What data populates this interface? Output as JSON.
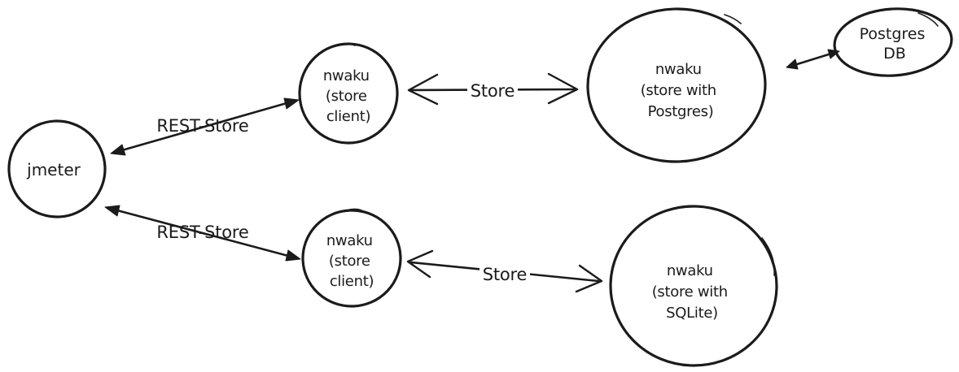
{
  "diagram": {
    "background_color": "#ffffff",
    "ink_color": "#1b1b1b",
    "style": "hand-drawn-sketch",
    "nodes": {
      "jmeter": {
        "lines": [
          "jmeter"
        ]
      },
      "store_client_top": {
        "lines": [
          "nwaku",
          "(store",
          "client)"
        ]
      },
      "store_postgres": {
        "lines": [
          "nwaku",
          "(store with",
          "Postgres)"
        ]
      },
      "postgres_db": {
        "lines": [
          "Postgres",
          "DB"
        ]
      },
      "store_client_bottom": {
        "lines": [
          "nwaku",
          "(store",
          "client)"
        ]
      },
      "store_sqlite": {
        "lines": [
          "nwaku",
          "(store with",
          "SQLite)"
        ]
      }
    },
    "edges": {
      "rest_store_top": {
        "label": "REST-Store",
        "arrow": "double-filled"
      },
      "rest_store_bottom": {
        "label": "REST-Store",
        "arrow": "double-filled"
      },
      "store_top": {
        "label": "Store",
        "arrow": "double-open-chevron"
      },
      "store_bottom": {
        "label": "Store",
        "arrow": "double-open-chevron"
      },
      "postgres_db_link": {
        "label": "",
        "arrow": "double-filled"
      }
    }
  }
}
